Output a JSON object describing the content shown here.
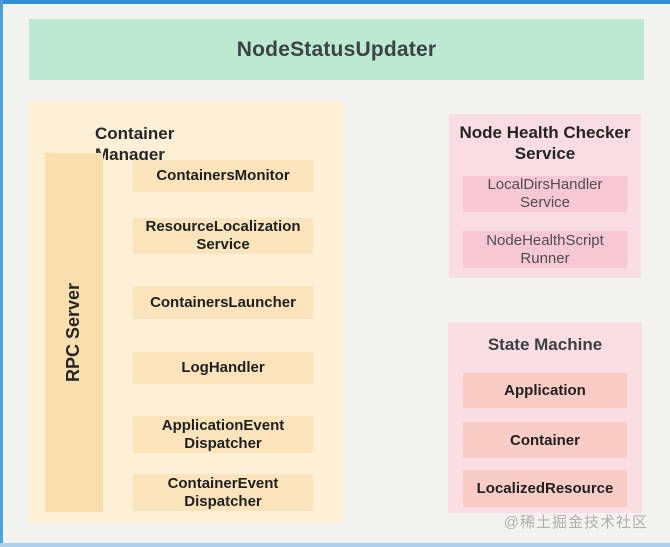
{
  "banner": {
    "label": "NodeStatusUpdater"
  },
  "container_manager": {
    "title": "Container Manager",
    "rpc_label": "RPC Server",
    "items": [
      {
        "label": "ContainersMonitor"
      },
      {
        "label": "ResourceLocalization Service"
      },
      {
        "label": "ContainersLauncher"
      },
      {
        "label": "LogHandler"
      },
      {
        "label": "ApplicationEvent Dispatcher"
      },
      {
        "label": "ContainerEvent Dispatcher"
      }
    ]
  },
  "node_health_checker": {
    "title": "Node Health Checker Service",
    "items": [
      {
        "label": "LocalDirsHandler Service"
      },
      {
        "label": "NodeHealthScript Runner"
      }
    ]
  },
  "state_machine": {
    "title": "State Machine",
    "items": [
      {
        "label": "Application"
      },
      {
        "label": "Container"
      },
      {
        "label": "LocalizedResource"
      }
    ]
  },
  "watermark": "@稀土掘金技术社区",
  "colors": {
    "frame_border_top": "#2f90d3",
    "frame_border_left": "#4aa1da",
    "frame_border_bottom": "#aecfe9",
    "background": "#f2f3f1",
    "banner_bg": "#bde8d1",
    "container_manager_bg": "#fdf0d6",
    "rpc_server_bg": "#fadfae",
    "container_manager_item_bg": "#fbe4bc",
    "node_health_bg": "#fadce4",
    "node_health_item_bg": "#f6c8d3",
    "state_machine_bg": "#fbdee3",
    "state_machine_item_bg": "#f9cdc6",
    "dark_text": "#1f1f1f",
    "watermark_text": "#b2aeae"
  }
}
